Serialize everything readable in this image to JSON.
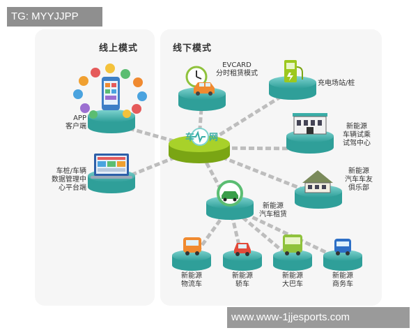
{
  "watermarks": {
    "top": "TG: MYYJJPP",
    "bottom": "www.www-1jjesports.com"
  },
  "headers": {
    "online": "线上模式",
    "offline": "线下模式"
  },
  "hub": {
    "text_left": "车",
    "text_right": "网"
  },
  "nodes": {
    "app": {
      "label": "APP\n客户端",
      "icon": "smartphone-icon"
    },
    "data_platform": {
      "label": "车桩/车辆\n数据管理中\n心平台端",
      "icon": "monitor-icon"
    },
    "evcard": {
      "label": "EVCARD\n分时租赁模式",
      "icon": "clock-car-icon"
    },
    "charging": {
      "label": "充电场站/桩",
      "icon": "charging-station-icon"
    },
    "test_drive": {
      "label": "新能源\n车辆试乘\n试驾中心",
      "icon": "building-icon"
    },
    "club": {
      "label": "新能源\n汽车车友\n俱乐部",
      "icon": "house-icon"
    },
    "rental": {
      "label": "新能源\n汽车租赁",
      "icon": "recycle-car-icon"
    },
    "logistics": {
      "label": "新能源\n物流车",
      "icon": "van-icon"
    },
    "sedan": {
      "label": "新能源\n轿车",
      "icon": "car-icon"
    },
    "bus": {
      "label": "新能源\n大巴车",
      "icon": "bus-icon"
    },
    "business": {
      "label": "新能源\n商务车",
      "icon": "minibus-icon"
    }
  },
  "colors": {
    "teal": "#3aaea8",
    "hub_green": "#9cc81e",
    "link_gray": "#bdbdbd"
  }
}
